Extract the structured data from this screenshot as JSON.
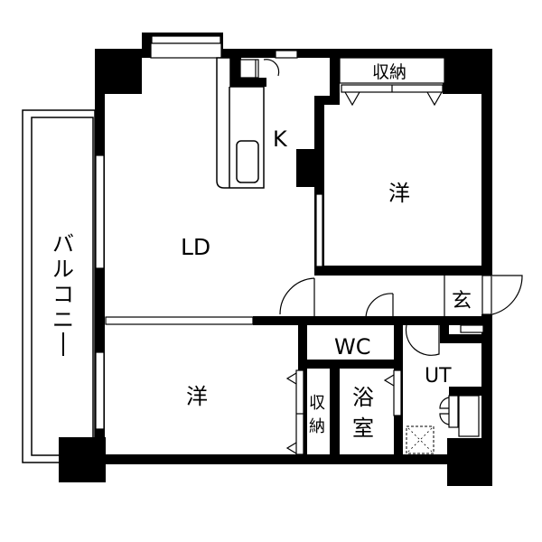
{
  "floorplan": {
    "colors": {
      "wall": "#000000",
      "background": "#ffffff",
      "line": "#000000"
    },
    "rooms": {
      "ld": {
        "label": "LD"
      },
      "kitchen": {
        "label": "K"
      },
      "western_room_north": {
        "label": "洋"
      },
      "western_room_south": {
        "label": "洋"
      },
      "storage_north": {
        "label": "収納"
      },
      "storage_south_1": {
        "label": "収"
      },
      "storage_south_2": {
        "label": "納"
      },
      "entrance": {
        "label": "玄"
      },
      "toilet": {
        "label": "WC"
      },
      "bathroom_1": {
        "label": "浴"
      },
      "bathroom_2": {
        "label": "室"
      },
      "utility": {
        "label": "UT"
      },
      "balcony": {
        "chars": [
          "バ",
          "ル",
          "コ",
          "ニ",
          "ー"
        ]
      }
    }
  }
}
